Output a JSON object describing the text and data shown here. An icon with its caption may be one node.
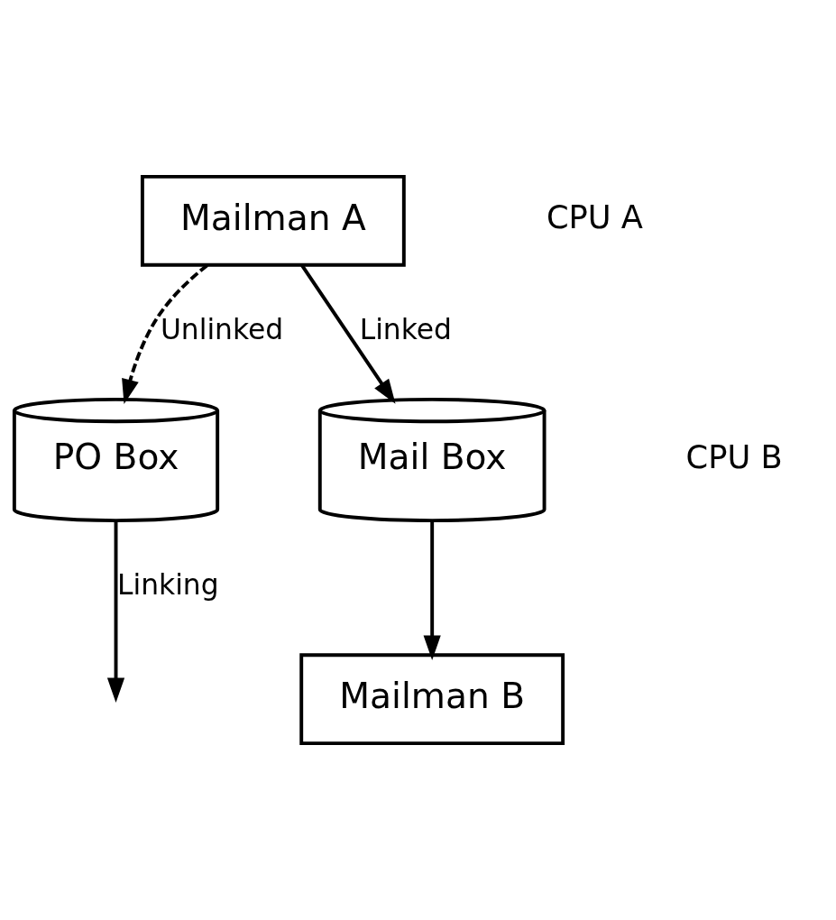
{
  "diagram": {
    "nodes": [
      {
        "text": [
          "Mailman A"
        ]
      },
      {
        "text": [
          "PO Box"
        ]
      },
      {
        "text": [
          "Mail Box"
        ]
      },
      {
        "text": [
          "Mailman B"
        ]
      }
    ],
    "edges": [
      {
        "from": 0,
        "to": 2,
        "arrow": "to",
        "label": "Linked"
      },
      {
        "from": 0,
        "to": 1,
        "arrow": "to",
        "label": "Unlinked",
        "style": "dashed"
      },
      {
        "from": 1,
        "to": null,
        "arrow": "to",
        "label": "Linking"
      },
      {
        "from": 2,
        "to": 3,
        "arrow": "to"
      }
    ],
    "labels": [
      "CPU A",
      "CPU B"
    ]
  }
}
